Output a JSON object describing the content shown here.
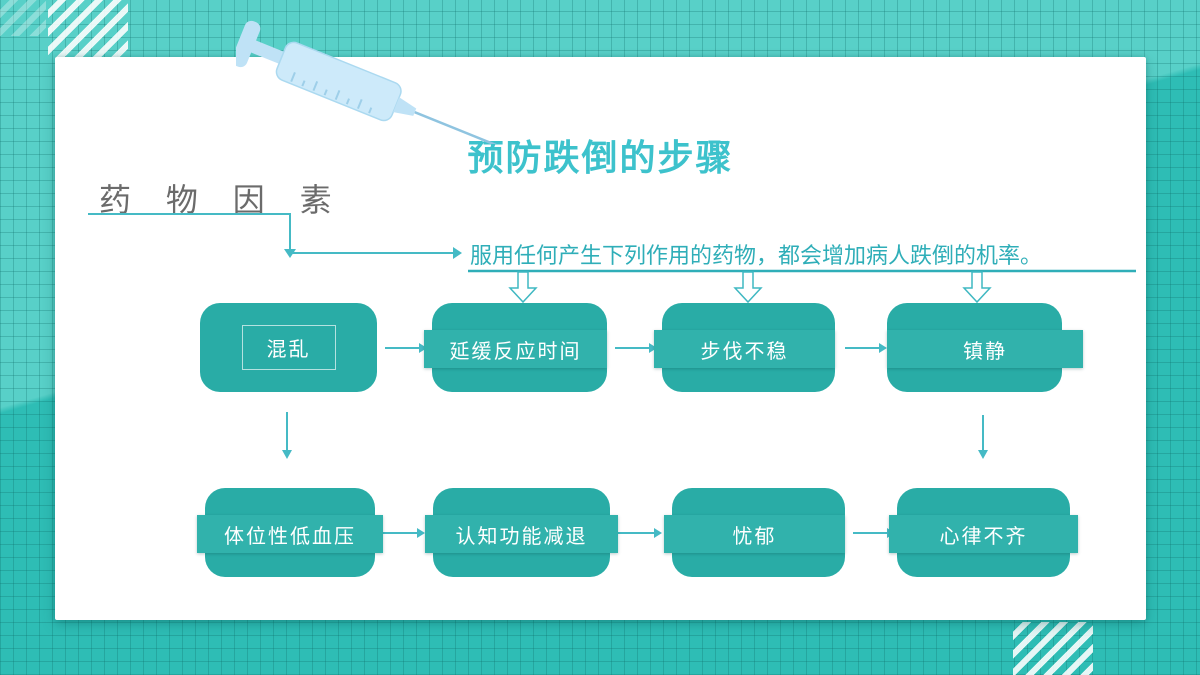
{
  "slide": {
    "title": "预防跌倒的步骤",
    "section_heading": "药 物 因 素",
    "note": "服用任何产生下列作用的药物，都会增加病人跌倒的机率。"
  },
  "diagram": {
    "type": "flowchart",
    "row1": [
      "混乱",
      "延缓反应时间",
      "步伐不稳",
      "镇静"
    ],
    "row2": [
      "体位性低血压",
      "认知功能减退",
      "忧郁",
      "心律不齐"
    ],
    "flow": "row1 left-to-right; 混乱→体位性低血压 down; 镇静→心律不齐 down; row2 left-to-right; note feeds down into 延缓反应时间, 步伐不稳, 镇静"
  },
  "colors": {
    "background_light": "#58D0C8",
    "background_dark": "#2EBDB5",
    "card": "#FFFFFF",
    "title_text": "#3DC2CC",
    "heading_text": "#6B6B6B",
    "note_text": "#2FAEB8",
    "connector": "#45BAC5",
    "node_fill": "#29ACA6",
    "node_band": "#31B2AC",
    "node_text": "#FFFFFF",
    "syringe_body": "#C9E8F8"
  }
}
